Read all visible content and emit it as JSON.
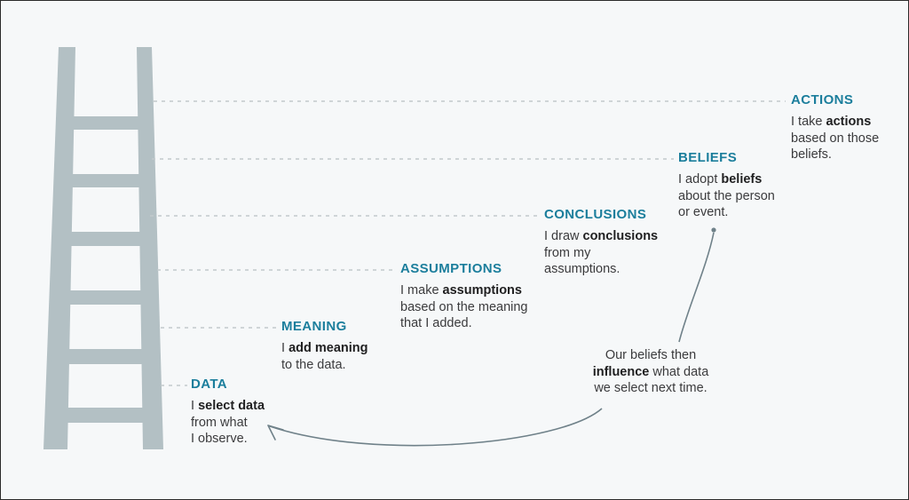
{
  "figure": {
    "background_color": "#f6f8f9",
    "border_color": "#2b2b2b",
    "accent_color": "#1b7e9c",
    "ladder_color": "#b3c0c4",
    "arrow_color": "#6f8189",
    "dash_color": "#c2c9cc"
  },
  "ladder": {
    "icon_name": "ladder-graphic",
    "rung_count": 6
  },
  "steps": [
    {
      "id": "data",
      "title": "DATA",
      "line1_bold": "I select data",
      "line1_prefix": "I ",
      "body_rest": "from what\nI observe.",
      "text_html": "I <b>select data</b><br>from what<br>I observe."
    },
    {
      "id": "meaning",
      "title": "MEANING",
      "text_html": "I <b>add meaning</b><br>to the data."
    },
    {
      "id": "assumptions",
      "title": "ASSUMPTIONS",
      "text_html": "I make <b>assumptions</b><br>based on the meaning<br>that I added."
    },
    {
      "id": "conclusions",
      "title": "CONCLUSIONS",
      "text_html": "I draw <b>conclusions</b><br>from my<br>assumptions."
    },
    {
      "id": "beliefs",
      "title": "BELIEFS",
      "text_html": "I adopt <b>beliefs</b><br>about the person<br>or event."
    },
    {
      "id": "actions",
      "title": "ACTIONS",
      "text_html": "I take <b>actions</b><br>based on those<br>beliefs."
    }
  ],
  "feedback_note": {
    "text_html": "Our beliefs then<br><b>influence</b> what data<br>we select next time."
  }
}
